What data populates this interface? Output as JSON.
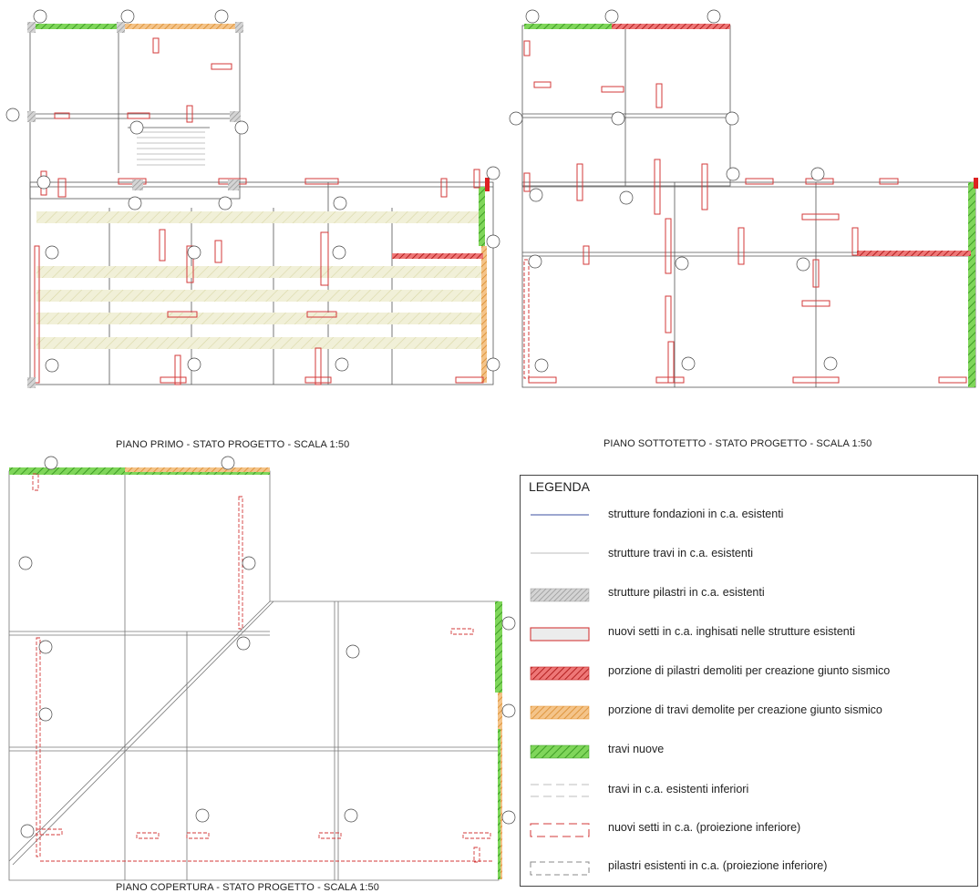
{
  "plans": [
    {
      "title": "PIANO PRIMO  - STATO PROGETTO - SCALA 1:50"
    },
    {
      "title": "PIANO SOTTOTETTO  - STATO PROGETTO - SCALA 1:50"
    },
    {
      "title": "PIANO COPERTURA  - STATO PROGETTO - SCALA 1:50"
    }
  ],
  "legend": {
    "title": "LEGENDA",
    "items": [
      {
        "label": "strutture fondazioni in c.a. esistenti",
        "symbol": "thin-blue-line"
      },
      {
        "label": "strutture travi in c.a. esistenti",
        "symbol": "thin-gray-line"
      },
      {
        "label": "strutture pilastri in c.a. esistenti",
        "symbol": "gray-hatched-box"
      },
      {
        "label": "nuovi setti in c.a. inghisati nelle strutture esistenti",
        "symbol": "red-outline-box"
      },
      {
        "label": "porzione di pilastri demoliti per creazione giunto sismico",
        "symbol": "red-hatched-box"
      },
      {
        "label": "porzione di travi demolite per creazione giunto sismico",
        "symbol": "orange-hatched-box"
      },
      {
        "label": "travi nuove",
        "symbol": "green-hatched-box"
      },
      {
        "label": "travi in c.a. esistenti inferiori",
        "symbol": "gray-dashed-lines"
      },
      {
        "label": "nuovi setti in c.a. (proiezione inferiore)",
        "symbol": "red-dashed-box"
      },
      {
        "label": "pilastri esistenti in c.a. (proiezione inferiore)",
        "symbol": "gray-dashed-box"
      }
    ]
  },
  "colors": {
    "existing_foundation": "#3b4fa0",
    "existing_beam": "#bdbdbd",
    "new_wall": "#d33a3a",
    "demolished_pillar": "#c83030",
    "demolished_beam": "#e8922f",
    "new_beam": "#5cc43a",
    "hatch_band": "#ecebc8"
  }
}
